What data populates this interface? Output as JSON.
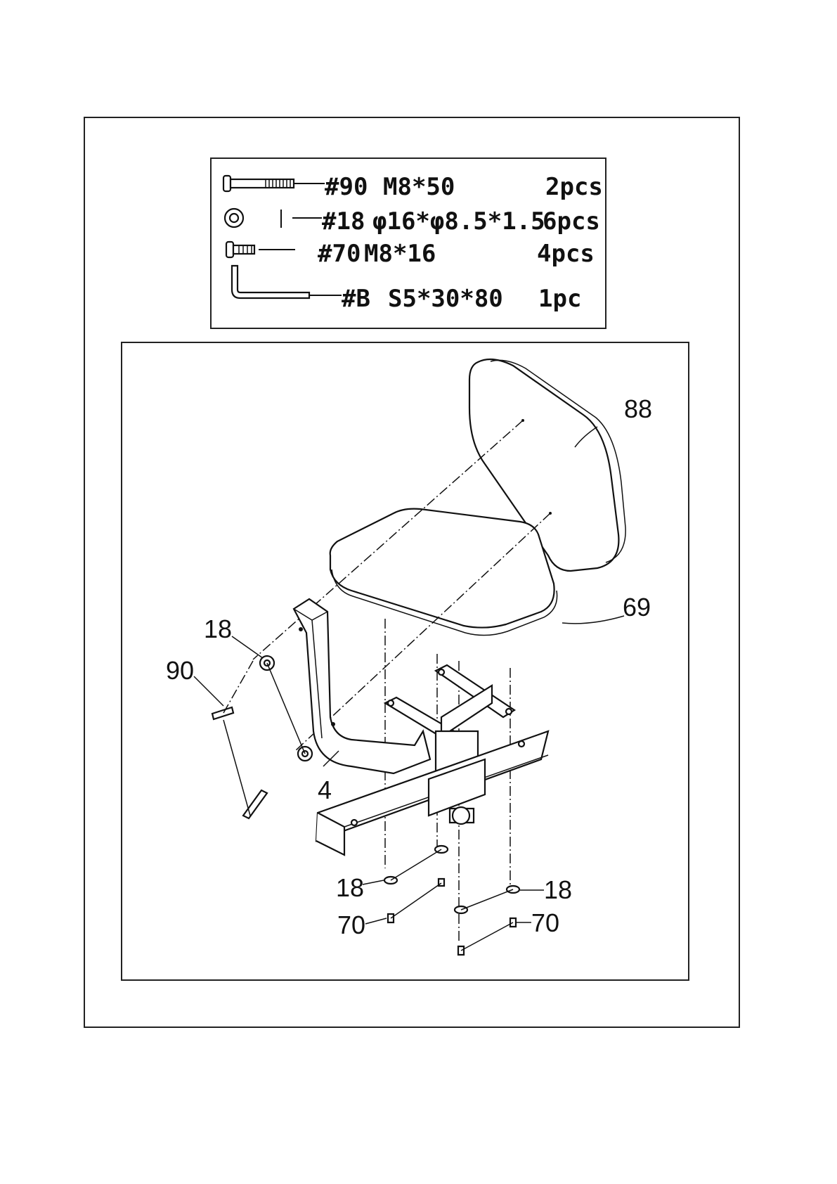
{
  "hardware": [
    {
      "code": "#90",
      "spec": "M8*50",
      "qty": "2pcs",
      "icon": "bolt-long-icon"
    },
    {
      "code": "#18",
      "spec": "φ16*φ8.5*1.5",
      "qty": "6pcs",
      "icon": "washer-icon"
    },
    {
      "code": "#70",
      "spec": "M8*16",
      "qty": "4pcs",
      "icon": "bolt-short-icon"
    },
    {
      "code": "#B",
      "spec": "S5*30*80",
      "qty": "1pc",
      "icon": "allen-key-icon"
    }
  ],
  "callouts": {
    "c88": "88",
    "c69": "69",
    "c18_left": "18",
    "c90": "90",
    "c4": "4",
    "c18_bottom_left": "18",
    "c70_bottom_left": "70",
    "c18_bottom_right": "18",
    "c70_bottom_right": "70"
  }
}
